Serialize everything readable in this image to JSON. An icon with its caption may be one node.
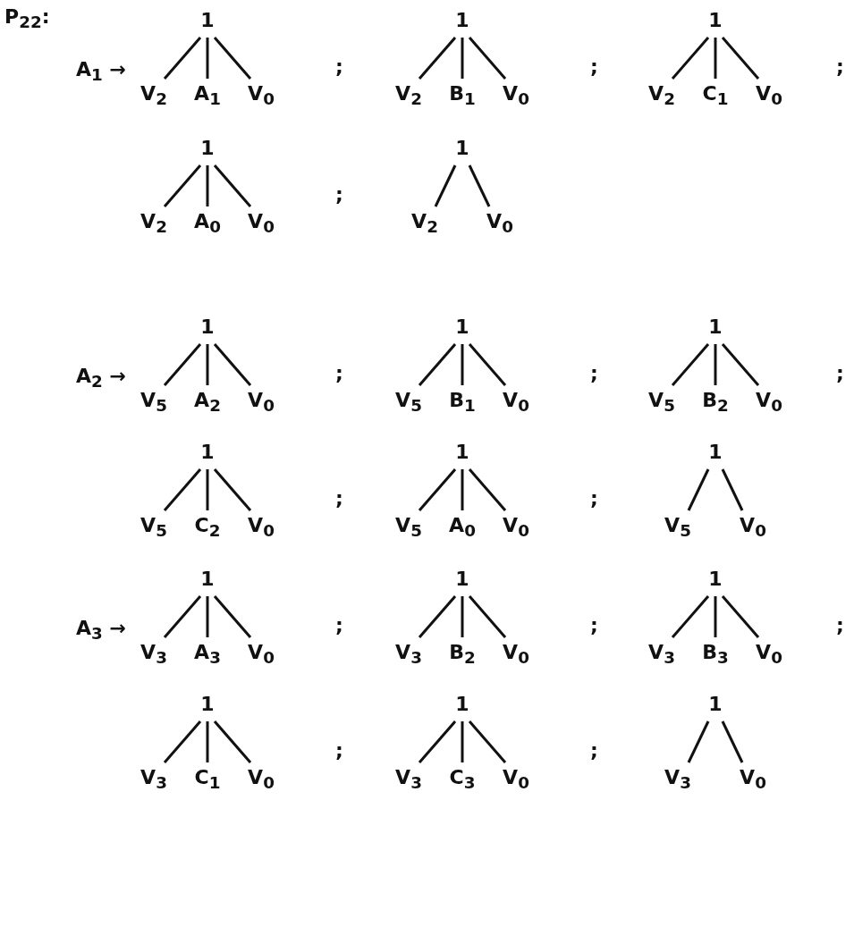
{
  "diagram": {
    "nodes": [
      {
        "text": [
          "1"
        ]
      },
      {
        "text": [
          "V$_{2}$"
        ]
      },
      {
        "text": [
          "A$_{1}$"
        ]
      },
      {
        "text": [
          "V$_{0}$"
        ]
      },
      {
        "text": [
          "1"
        ]
      },
      {
        "text": [
          "V$_{2}$"
        ]
      },
      {
        "text": [
          "B$_{1}$"
        ]
      },
      {
        "text": [
          "V$_{0}$"
        ]
      },
      {
        "text": [
          "1"
        ]
      },
      {
        "text": [
          "V$_{2}$"
        ]
      },
      {
        "text": [
          "C$_{1}$"
        ]
      },
      {
        "text": [
          "V$_{0}$"
        ]
      },
      {
        "text": [
          "1"
        ]
      },
      {
        "text": [
          "V$_{2}$"
        ]
      },
      {
        "text": [
          "A$_{0}$"
        ]
      },
      {
        "text": [
          "V$_{0}$"
        ]
      },
      {
        "text": [
          "1"
        ]
      },
      {
        "text": [
          "V$_{2}$"
        ]
      },
      {
        "text": [
          "V$_{0}$"
        ]
      },
      {
        "text": [
          "1"
        ]
      },
      {
        "text": [
          "V$_{5}$"
        ]
      },
      {
        "text": [
          "A$_{2}$"
        ]
      },
      {
        "text": [
          "V$_{0}$"
        ]
      },
      {
        "text": [
          "1"
        ]
      },
      {
        "text": [
          "V$_{5}$"
        ]
      },
      {
        "text": [
          "B$_{1}$"
        ]
      },
      {
        "text": [
          "V$_{0}$"
        ]
      },
      {
        "text": [
          "1"
        ]
      },
      {
        "text": [
          "V$_{5}$"
        ]
      },
      {
        "text": [
          "B$_{2}$"
        ]
      },
      {
        "text": [
          "V$_{0}$"
        ]
      },
      {
        "text": [
          "1"
        ]
      },
      {
        "text": [
          "V$_{5}$"
        ]
      },
      {
        "text": [
          "C$_{2}$"
        ]
      },
      {
        "text": [
          "V$_{0}$"
        ]
      },
      {
        "text": [
          "1"
        ]
      },
      {
        "text": [
          "V$_{5}$"
        ]
      },
      {
        "text": [
          "A$_{0}$"
        ]
      },
      {
        "text": [
          "V$_{0}$"
        ]
      },
      {
        "text": [
          "1"
        ]
      },
      {
        "text": [
          "V$_{5}$"
        ]
      },
      {
        "text": [
          "V$_{0}$"
        ]
      },
      {
        "text": [
          "1"
        ]
      },
      {
        "text": [
          "V$_{3}$"
        ]
      },
      {
        "text": [
          "A$_{3}$"
        ]
      },
      {
        "text": [
          "V$_{0}$"
        ]
      },
      {
        "text": [
          "1"
        ]
      },
      {
        "text": [
          "V$_{3}$"
        ]
      },
      {
        "text": [
          "B$_{2}$"
        ]
      },
      {
        "text": [
          "V$_{0}$"
        ]
      },
      {
        "text": [
          "1"
        ]
      },
      {
        "text": [
          "V$_{3}$"
        ]
      },
      {
        "text": [
          "B$_{3}$"
        ]
      },
      {
        "text": [
          "V$_{0}$"
        ]
      },
      {
        "text": [
          "1"
        ]
      },
      {
        "text": [
          "V$_{3}$"
        ]
      },
      {
        "text": [
          "C$_{1}$"
        ]
      },
      {
        "text": [
          "V$_{0}$"
        ]
      },
      {
        "text": [
          "1"
        ]
      },
      {
        "text": [
          "V$_{3}$"
        ]
      },
      {
        "text": [
          "C$_{3}$"
        ]
      },
      {
        "text": [
          "V$_{0}$"
        ]
      },
      {
        "text": [
          "1"
        ]
      },
      {
        "text": [
          "V$_{3}$"
        ]
      },
      {
        "text": [
          "V$_{0}$"
        ]
      }
    ],
    "edges": [
      {
        "from": 0,
        "to": 1,
        "arrow": "none"
      },
      {
        "from": 0,
        "to": 2,
        "arrow": "none"
      },
      {
        "from": 0,
        "to": 3,
        "arrow": "none"
      },
      {
        "from": 4,
        "to": 5,
        "arrow": "none"
      },
      {
        "from": 4,
        "to": 6,
        "arrow": "none"
      },
      {
        "from": 4,
        "to": 7,
        "arrow": "none"
      },
      {
        "from": 8,
        "to": 9,
        "arrow": "none"
      },
      {
        "from": 8,
        "to": 10,
        "arrow": "none"
      },
      {
        "from": 8,
        "to": 11,
        "arrow": "none"
      },
      {
        "from": 12,
        "to": 13,
        "arrow": "none"
      },
      {
        "from": 12,
        "to": 14,
        "arrow": "none"
      },
      {
        "from": 12,
        "to": 15,
        "arrow": "none"
      },
      {
        "from": 16,
        "to": 17,
        "arrow": "none"
      },
      {
        "from": 16,
        "to": 18,
        "arrow": "none"
      },
      {
        "from": 19,
        "to": 20,
        "arrow": "none"
      },
      {
        "from": 19,
        "to": 21,
        "arrow": "none"
      },
      {
        "from": 19,
        "to": 22,
        "arrow": "none"
      },
      {
        "from": 23,
        "to": 24,
        "arrow": "none"
      },
      {
        "from": 23,
        "to": 25,
        "arrow": "none"
      },
      {
        "from": 23,
        "to": 26,
        "arrow": "none"
      },
      {
        "from": 27,
        "to": 28,
        "arrow": "none"
      },
      {
        "from": 27,
        "to": 29,
        "arrow": "none"
      },
      {
        "from": 27,
        "to": 30,
        "arrow": "none"
      },
      {
        "from": 31,
        "to": 32,
        "arrow": "none"
      },
      {
        "from": 31,
        "to": 33,
        "arrow": "none"
      },
      {
        "from": 31,
        "to": 34,
        "arrow": "none"
      },
      {
        "from": 35,
        "to": 36,
        "arrow": "none"
      },
      {
        "from": 35,
        "to": 37,
        "arrow": "none"
      },
      {
        "from": 35,
        "to": 38,
        "arrow": "none"
      },
      {
        "from": 39,
        "to": 40,
        "arrow": "none"
      },
      {
        "from": 39,
        "to": 41,
        "arrow": "none"
      },
      {
        "from": 42,
        "to": 43,
        "arrow": "none"
      },
      {
        "from": 42,
        "to": 44,
        "arrow": "none"
      },
      {
        "from": 42,
        "to": 45,
        "arrow": "none"
      },
      {
        "from": 46,
        "to": 47,
        "arrow": "none"
      },
      {
        "from": 46,
        "to": 48,
        "arrow": "none"
      },
      {
        "from": 46,
        "to": 49,
        "arrow": "none"
      },
      {
        "from": 50,
        "to": 51,
        "arrow": "none"
      },
      {
        "from": 50,
        "to": 52,
        "arrow": "none"
      },
      {
        "from": 50,
        "to": 53,
        "arrow": "none"
      },
      {
        "from": 54,
        "to": 55,
        "arrow": "none"
      },
      {
        "from": 54,
        "to": 56,
        "arrow": "none"
      },
      {
        "from": 54,
        "to": 57,
        "arrow": "none"
      },
      {
        "from": 58,
        "to": 59,
        "arrow": "none"
      },
      {
        "from": 58,
        "to": 60,
        "arrow": "none"
      },
      {
        "from": 58,
        "to": 61,
        "arrow": "none"
      },
      {
        "from": 62,
        "to": 63,
        "arrow": "none"
      },
      {
        "from": 62,
        "to": 64,
        "arrow": "none"
      }
    ],
    "labels": [
      "P$_{22}$:",
      "A$_{1}$ →",
      ";",
      ";",
      ";",
      ";",
      "A$_{2}$ →",
      ";",
      ";",
      ";",
      ";",
      ";",
      "A$_{3}$ →",
      ";",
      ";",
      ";",
      ";",
      ";"
    ]
  }
}
